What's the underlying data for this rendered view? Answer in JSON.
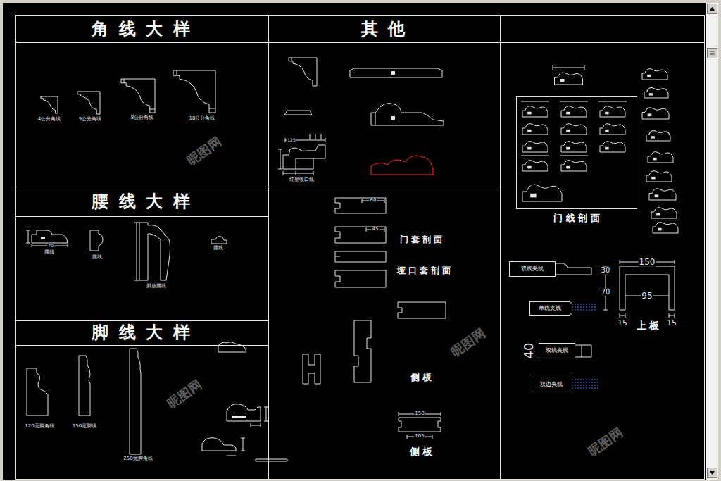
{
  "diagram": {
    "nodes": [
      {
        "text": [
          "角 线 大 样"
        ]
      },
      {
        "text": [
          "其 他"
        ]
      },
      {
        "text": [
          "腰 线 大 样"
        ]
      },
      {
        "text": [
          "脚 线 大 样"
        ]
      },
      {
        "text": [
          "门 线 剖 面"
        ]
      },
      {
        "text": [
          "双线夹线"
        ]
      },
      {
        "text": [
          "单线夹线"
        ]
      },
      {
        "text": [
          "双线夹线"
        ]
      },
      {
        "text": [
          "双边夹线"
        ]
      }
    ],
    "labels": [
      "4公分角线",
      "5公分角线",
      "8公分角线",
      "10公分角线",
      "红星收口线",
      "125",
      "70",
      "腰线",
      "腰线",
      "斜放腰线",
      "腰线",
      "120宽脚角线",
      "150宽脚线",
      "250宽脚角线",
      "80",
      "45",
      "门 套 剖 面",
      "垭 口 套 剖 面",
      "侧 板",
      "150",
      "105",
      "侧 板",
      "150",
      "95",
      "30",
      "70",
      "15",
      "15",
      "上 板",
      "40",
      "昵图网",
      "昵图网",
      "昵图网",
      "昵图网"
    ]
  }
}
